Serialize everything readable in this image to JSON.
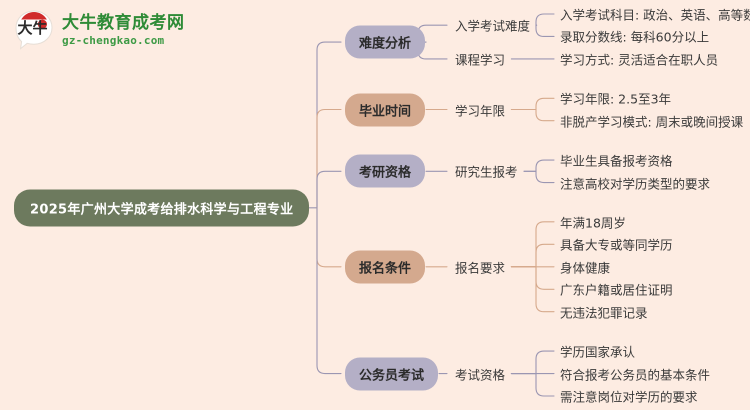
{
  "watermark": {
    "logo_icon": "speech-bubble-logo-icon",
    "logo_glyph": "大牛",
    "title": "大牛教育成考网",
    "subtitle": "gz-chengkao.com",
    "brand_color": "#2e8b36"
  },
  "mindmap": {
    "background_color": "#fdece2",
    "root": {
      "label": "2025年广州大学成考给排水科学与工程专业",
      "color": "#6d7a5e",
      "text_color": "#ffffff"
    },
    "branches": [
      {
        "label": "难度分析",
        "color": "#b4afc6",
        "link_color": "#9b96b2",
        "children": [
          {
            "label": "入学考试难度",
            "leaves": [
              "入学考试科目: 政治、英语、高等数学",
              "录取分数线: 每科60分以上"
            ]
          },
          {
            "label": "课程学习",
            "leaves": [
              "学习方式: 灵活适合在职人员"
            ]
          }
        ]
      },
      {
        "label": "毕业时间",
        "color": "#d4a98e",
        "link_color": "#d6a98c",
        "children": [
          {
            "label": "学习年限",
            "leaves": [
              "学习年限: 2.5至3年",
              "非脱产学习模式: 周末或晚间授课"
            ]
          }
        ]
      },
      {
        "label": "考研资格",
        "color": "#b4afc6",
        "link_color": "#9b96b2",
        "children": [
          {
            "label": "研究生报考",
            "leaves": [
              "毕业生具备报考资格",
              "注意高校对学历类型的要求"
            ]
          }
        ]
      },
      {
        "label": "报名条件",
        "color": "#d4a98e",
        "link_color": "#d6a98c",
        "children": [
          {
            "label": "报名要求",
            "leaves": [
              "年满18周岁",
              "具备大专或等同学历",
              "身体健康",
              "广东户籍或居住证明",
              "无违法犯罪记录"
            ]
          }
        ]
      },
      {
        "label": "公务员考试",
        "color": "#b4afc6",
        "link_color": "#9b96b2",
        "children": [
          {
            "label": "考试资格",
            "leaves": [
              "学历国家承认",
              "符合报考公务员的基本条件",
              "需注意岗位对学历的要求"
            ]
          }
        ]
      }
    ]
  }
}
